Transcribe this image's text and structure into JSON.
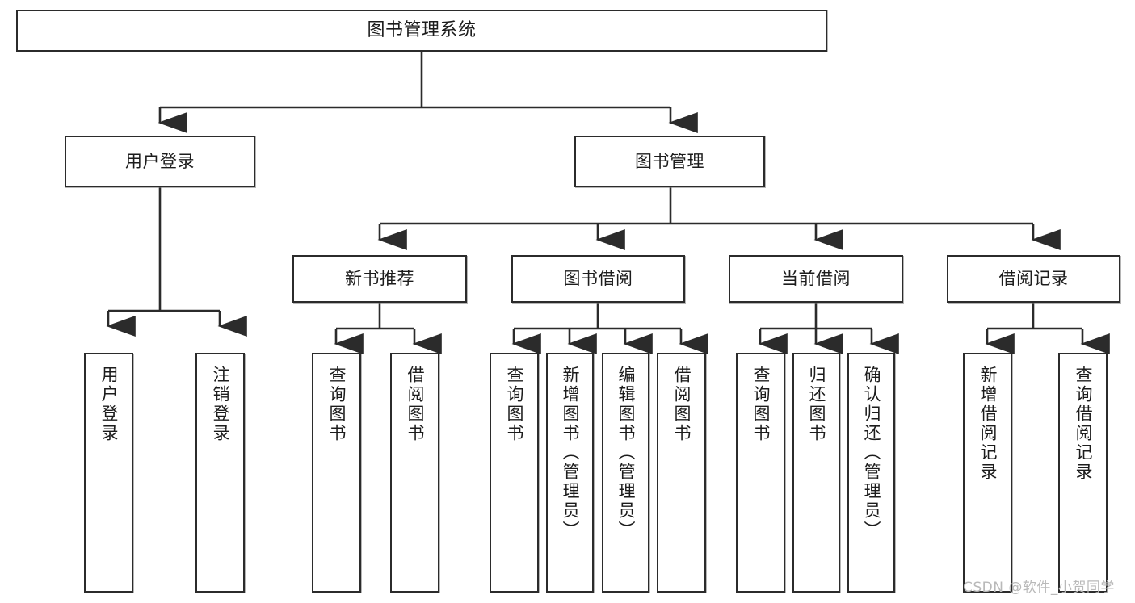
{
  "diagram": {
    "type": "tree-hierarchy",
    "title": "图书管理系统",
    "orientation": "top-down",
    "watermark": "CSDN @软件_小贺同学",
    "colors": {
      "box_border": "#2b2b2b",
      "box_fill": "#ffffff",
      "connector": "#2b2b2b",
      "text": "#1c1c1c",
      "watermark": "#b9b9b9",
      "background": "#ffffff"
    },
    "nodes": {
      "root": {
        "label": "图书管理系统",
        "level": 1
      },
      "level2": [
        {
          "id": "user-login",
          "label": "用户登录"
        },
        {
          "id": "book-manage",
          "label": "图书管理"
        }
      ],
      "level3": [
        {
          "id": "new-book-recommend",
          "label": "新书推荐"
        },
        {
          "id": "book-borrow",
          "label": "图书借阅"
        },
        {
          "id": "current-borrow",
          "label": "当前借阅"
        },
        {
          "id": "borrow-record",
          "label": "借阅记录"
        }
      ],
      "leaves": {
        "user-login": [
          {
            "id": "leaf-user-login",
            "label": "用户登录"
          },
          {
            "id": "leaf-logout-login",
            "label": "注销登录"
          }
        ],
        "new-book-recommend": [
          {
            "id": "leaf-query-book-1",
            "label": "查询图书"
          },
          {
            "id": "leaf-borrow-book-1",
            "label": "借阅图书"
          }
        ],
        "book-borrow": [
          {
            "id": "leaf-query-book-2",
            "label": "查询图书"
          },
          {
            "id": "leaf-add-book",
            "label": "新增图书（管理员）"
          },
          {
            "id": "leaf-edit-book",
            "label": "编辑图书（管理员）"
          },
          {
            "id": "leaf-borrow-book-2",
            "label": "借阅图书"
          }
        ],
        "current-borrow": [
          {
            "id": "leaf-query-book-3",
            "label": "查询图书"
          },
          {
            "id": "leaf-return-book",
            "label": "归还图书"
          },
          {
            "id": "leaf-confirm-return",
            "label": "确认归还（管理员）"
          }
        ],
        "borrow-record": [
          {
            "id": "leaf-add-record",
            "label": "新增借阅记录"
          },
          {
            "id": "leaf-query-record",
            "label": "查询借阅记录"
          }
        ]
      }
    }
  }
}
